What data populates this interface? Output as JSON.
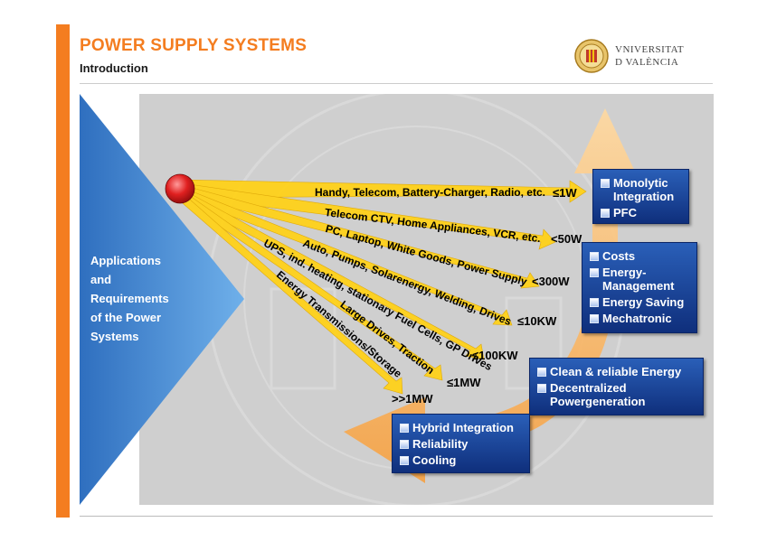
{
  "header": {
    "title": "POWER SUPPLY SYSTEMS",
    "subtitle": "Introduction",
    "logo_line1": "VNIVERSITAT",
    "logo_line2": "D VALÈNCIA"
  },
  "left_panel": {
    "lines": [
      "Applications",
      "and",
      "Requirements",
      "of the Power",
      "Systems"
    ]
  },
  "arrows": [
    {
      "label": "Handy, Telecom, Battery-Charger, Radio, etc.",
      "power": "≤1W"
    },
    {
      "label": "Telecom CTV, Home Appliances, VCR, etc.",
      "power": "<50W"
    },
    {
      "label": "PC, Laptop, White Goods, Power Supply",
      "power": "<300W"
    },
    {
      "label": "Auto, Pumps, Solarenergy, Welding, Drives",
      "power": "≤10KW"
    },
    {
      "label": "UPS, ind. heating, stationary Fuel Cells, GP Drives",
      "power": "≤100KW"
    },
    {
      "label": "Large Drives, Traction",
      "power": "≤1MW"
    },
    {
      "label": "Energy Transmissions/Storage",
      "power": ">>1MW"
    }
  ],
  "boxes": {
    "box1": [
      "Monolytic Integration",
      "PFC"
    ],
    "box2": [
      "Costs",
      "Energy-Management",
      "Energy Saving",
      "Mechatronic"
    ],
    "box3": [
      "Clean & reliable Energy",
      "Decentralized Powergeneration"
    ],
    "box4": [
      "Hybrid Integration",
      "Reliability",
      "Cooling"
    ]
  },
  "colors": {
    "accent_orange": "#f47d20",
    "arrow_yellow": "#ffd21a",
    "box_blue": "#1d4aa0",
    "triangle_blue": "#3d86cf",
    "panel_gray": "#cfcfcf",
    "source_red": "#e02020"
  },
  "icons": {
    "source": "red-sphere-icon",
    "logo": "university-seal-icon",
    "bullet": "square-bullet-icon"
  }
}
